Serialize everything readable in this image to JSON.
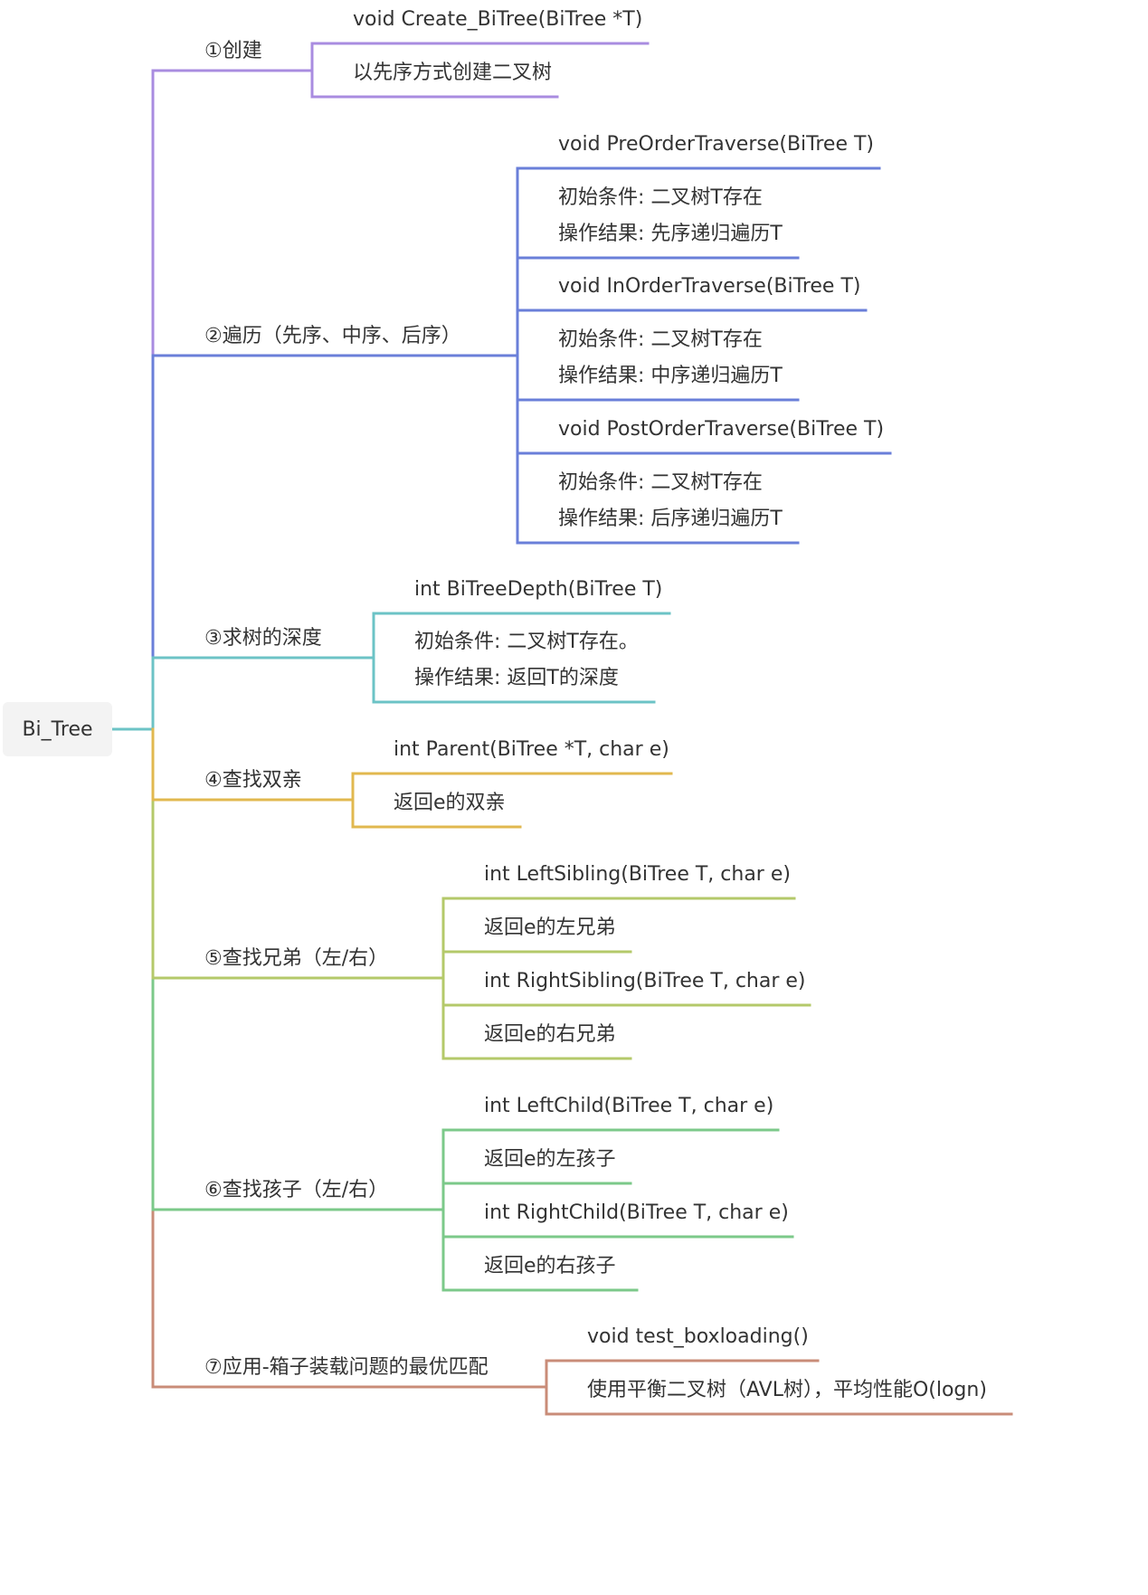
{
  "root": {
    "label": "Bi_Tree"
  },
  "branches": [
    {
      "label": "①创建",
      "color": "#a98ce0",
      "leaves": [
        {
          "lines": [
            "void Create_BiTree(BiTree *T)"
          ]
        },
        {
          "lines": [
            "以先序方式创建二叉树"
          ]
        }
      ]
    },
    {
      "label": "②遍历（先序、中序、后序）",
      "color": "#6a7fd9",
      "leaves": [
        {
          "lines": [
            "void PreOrderTraverse(BiTree T)"
          ]
        },
        {
          "lines": [
            "初始条件: 二叉树T存在",
            "操作结果: 先序递归遍历T"
          ]
        },
        {
          "lines": [
            "void InOrderTraverse(BiTree T)"
          ]
        },
        {
          "lines": [
            "初始条件: 二叉树T存在",
            "操作结果: 中序递归遍历T"
          ]
        },
        {
          "lines": [
            "void PostOrderTraverse(BiTree T)"
          ]
        },
        {
          "lines": [
            "初始条件: 二叉树T存在",
            "操作结果: 后序递归遍历T"
          ]
        }
      ]
    },
    {
      "label": "③求树的深度",
      "color": "#6cc3c6",
      "leaves": [
        {
          "lines": [
            "int BiTreeDepth(BiTree T)"
          ]
        },
        {
          "lines": [
            "初始条件: 二叉树T存在。",
            "操作结果: 返回T的深度"
          ]
        }
      ]
    },
    {
      "label": "④查找双亲",
      "color": "#e1b84f",
      "leaves": [
        {
          "lines": [
            "int Parent(BiTree *T, char e)"
          ]
        },
        {
          "lines": [
            "返回e的双亲"
          ]
        }
      ]
    },
    {
      "label": "⑤查找兄弟（左/右）",
      "color": "#b4c96a",
      "leaves": [
        {
          "lines": [
            "int LeftSibling(BiTree T, char e)"
          ]
        },
        {
          "lines": [
            "返回e的左兄弟"
          ]
        },
        {
          "lines": [
            "int RightSibling(BiTree T, char e)"
          ]
        },
        {
          "lines": [
            "返回e的右兄弟"
          ]
        }
      ]
    },
    {
      "label": "⑥查找孩子（左/右）",
      "color": "#7cc98a",
      "leaves": [
        {
          "lines": [
            "int LeftChild(BiTree T, char e)"
          ]
        },
        {
          "lines": [
            "返回e的左孩子"
          ]
        },
        {
          "lines": [
            "int RightChild(BiTree T, char e)"
          ]
        },
        {
          "lines": [
            "返回e的右孩子"
          ]
        }
      ]
    },
    {
      "label": "⑦应用-箱子装载问题的最优匹配",
      "color": "#c98c78",
      "leaves": [
        {
          "lines": [
            "void test_boxloading()"
          ]
        },
        {
          "lines": [
            "使用平衡二叉树（AVL树），平均性能O(logn)"
          ]
        }
      ]
    }
  ]
}
